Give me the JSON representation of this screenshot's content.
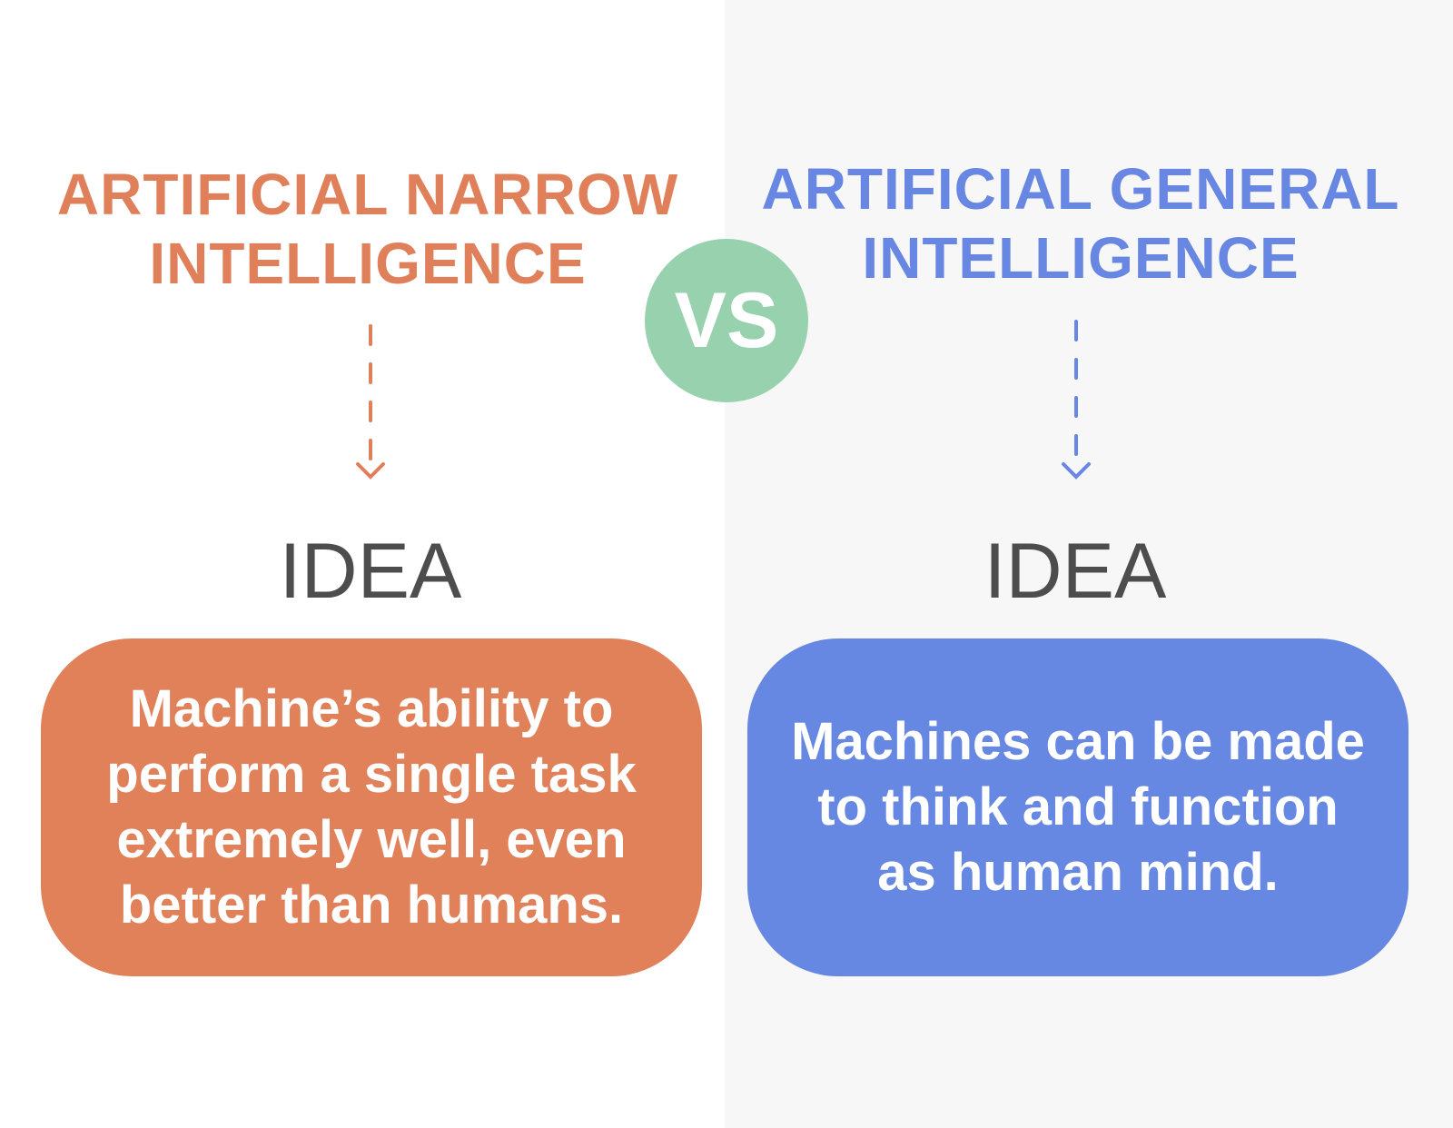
{
  "left": {
    "title_line1": "ARTIFICIAL NARROW",
    "title_line2": "INTELLIGENCE",
    "label": "IDEA",
    "description": "Machine’s ability to perform a single task extremely well, even better than humans.",
    "color": "#e0815a"
  },
  "right": {
    "title_line1": "ARTIFICIAL GENERAL",
    "title_line2": "INTELLIGENCE",
    "label": "IDEA",
    "description": "Machines can be made to think and function as human mind.",
    "color": "#6688e2"
  },
  "center": {
    "badge": "VS",
    "color": "#97d1ad"
  }
}
